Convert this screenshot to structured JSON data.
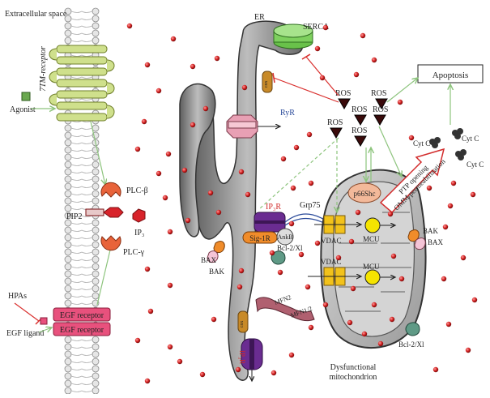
{
  "labels": {
    "extracellular_space": "Extracellular space",
    "tm_receptor": "7TM-receptor",
    "agonist": "Agonist",
    "plc_beta": "PLC-β",
    "plc_gamma": "PLC-γ",
    "pip2": "PIP2",
    "ip3": "IP₃",
    "hpas": "HPAs",
    "egf_ligand": "EGF ligand",
    "egf_receptor_1": "EGF receptor",
    "egf_receptor_2": "EGF receptor",
    "er": "ER",
    "serca": "SERCA",
    "ryr": "RyR",
    "ip3r_top": "IP₃R",
    "ip3r_bottom": "IP₃R",
    "grp75": "Grp75",
    "sig1r": "Sig-1R",
    "ankb": "AnkB",
    "bcl2_er": "Bcl-2/Xl",
    "bcl2_mito": "Bcl-2/Xl",
    "bax_er_1": "BAX",
    "bax_er_2": "BAK",
    "bak_mito": "BAK",
    "bax_mito": "BAX",
    "calnexin_top": "cnx",
    "calnexin_bottom": "cnx",
    "mfn2_left": "MFN2",
    "mfn2_right": "MFN1/2",
    "vdac_top": "VDAC",
    "vdac_bottom": "VDAC",
    "mcu_top": "MCU",
    "mcu_bottom": "MCU",
    "p66": "p66Shc",
    "ros": [
      "ROS",
      "ROS",
      "ROS",
      "ROS",
      "ROS",
      "ROS"
    ],
    "apoptosis": "Apoptosis",
    "cytc": [
      "Cyt C",
      "Cyt C",
      "Cyt C"
    ],
    "ptp_line1": "PTP opening",
    "ptp_line2": "OMM permeabilization",
    "dys_line1": "Dysfunctional",
    "dys_line2": "mitochondrion"
  },
  "colors": {
    "receptor_green": "#cfe08c",
    "plc_orange": "#e8633a",
    "pip2_red": "#d8232a",
    "egf_pink": "#e8517d",
    "er_gray": "#8c8c8c",
    "mito_gray": "#bdbdbd",
    "ip3r_purple": "#6a2c91",
    "sig1r_orange": "#f08c2a",
    "vdac_yellow": "#f2c21b",
    "mcu_yellow": "#f5e400",
    "ca_red": "#d11f1f",
    "arrow_green": "#8dc47d",
    "inhibit_red": "#d9302e"
  }
}
